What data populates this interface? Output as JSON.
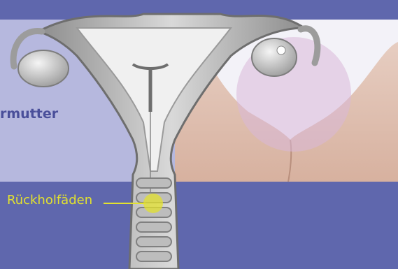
{
  "labels": {
    "uterus_partial": "rmutter",
    "threads": "Rückholfäden"
  },
  "colors": {
    "background": "#5f67ad",
    "panel_light": "#b8badf",
    "label_text": "#4a4f9a",
    "highlight": "#e3e22e",
    "ovary_circle": "#d8b8d8"
  },
  "icons": [
    "uterus-anatomy-icon",
    "iud-icon",
    "ovary-icon",
    "hip-photo-region"
  ]
}
